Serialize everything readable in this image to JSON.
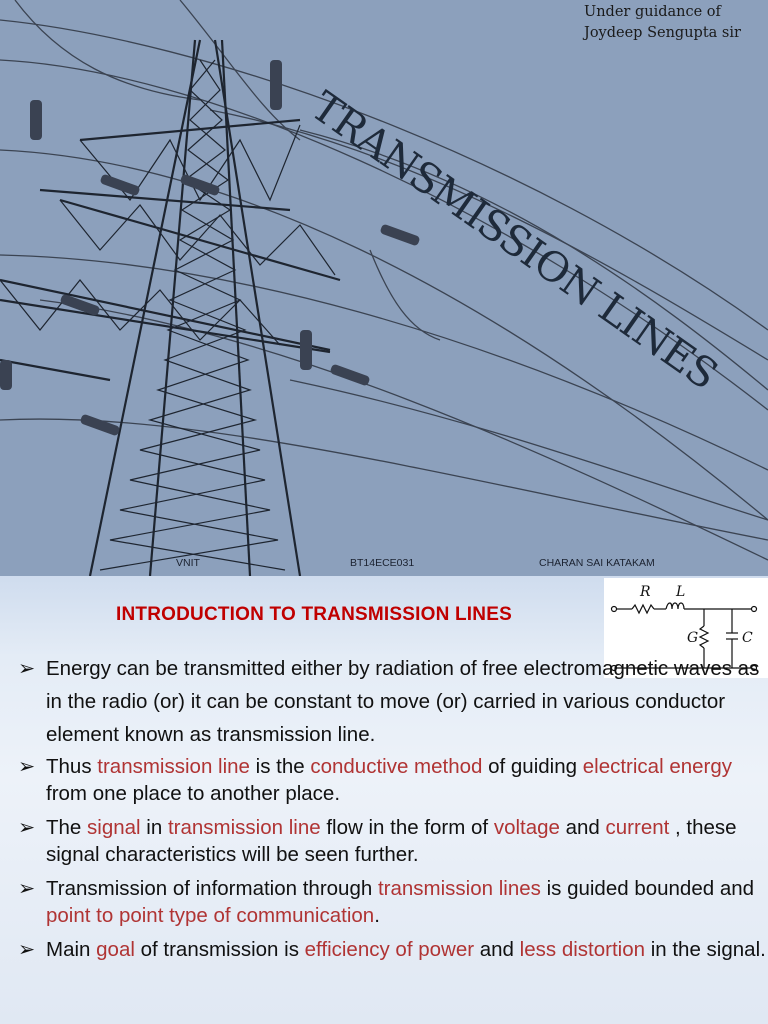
{
  "slide1": {
    "guidance_line1": "Under guidance of",
    "guidance_line2": "Joydeep Sengupta sir",
    "title": "TRANSMISSION LINES",
    "footer": {
      "left": "VNIT",
      "center": "BT14ECE031",
      "right": "CHARAN SAI KATAKAM"
    }
  },
  "slide2": {
    "heading": "INTRODUCTION TO TRANSMISSION LINES",
    "circuit_labels": {
      "r": "R",
      "l": "L",
      "g": "G",
      "c": "C"
    },
    "bullet_symbol": "➢",
    "bullets": [
      {
        "segments": [
          {
            "text": "Energy can be transmitted either by radiation of free electromagnetic waves as in the radio (or) it can be constant to move (or) carried in various conductor element known as transmission line."
          }
        ]
      },
      {
        "segments": [
          {
            "text": "Thus "
          },
          {
            "text": "transmission line",
            "hl": true
          },
          {
            "text": " is the "
          },
          {
            "text": "conductive method",
            "hl": true
          },
          {
            "text": " of guiding "
          },
          {
            "text": "electrical energy",
            "hl": true
          },
          {
            "text": " from one place to another place."
          }
        ]
      },
      {
        "segments": [
          {
            "text": "The "
          },
          {
            "text": "signal",
            "hl": true
          },
          {
            "text": " in "
          },
          {
            "text": "transmission line",
            "hl": true
          },
          {
            "text": " flow in the form of "
          },
          {
            "text": "voltage",
            "hl": true
          },
          {
            "text": " and "
          },
          {
            "text": "current ",
            "hl": true
          },
          {
            "text": ", these signal characteristics will be seen further."
          }
        ]
      },
      {
        "segments": [
          {
            "text": "Transmission of information through "
          },
          {
            "text": "transmission lines",
            "hl": true
          },
          {
            "text": " is guided bounded and "
          },
          {
            "text": "point to point type of communication",
            "hl": true
          },
          {
            "text": "."
          }
        ]
      },
      {
        "segments": [
          {
            "text": "Main "
          },
          {
            "text": "goal",
            "hl": true
          },
          {
            "text": " of transmission is "
          },
          {
            "text": "efficiency of power",
            "hl": true
          },
          {
            "text": " and "
          },
          {
            "text": "less distortion",
            "hl": true
          },
          {
            "text": " in the signal."
          }
        ]
      }
    ]
  },
  "colors": {
    "highlight": "#b03434",
    "heading": "#c00000",
    "slide1_bg": "#8ca0bc"
  }
}
